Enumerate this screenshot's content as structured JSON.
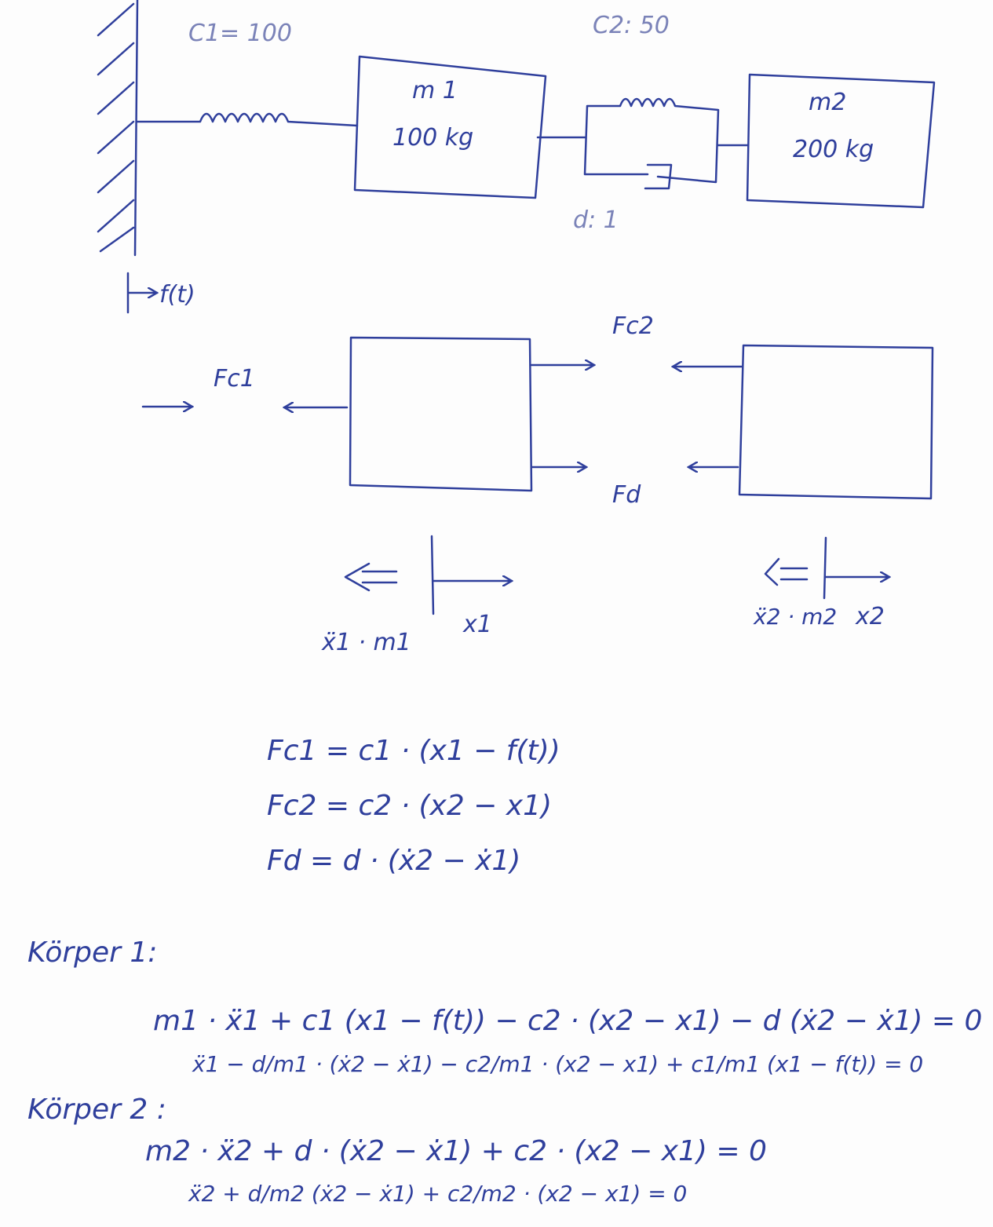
{
  "colors": {
    "ink": "#2f3f9c",
    "paper": "#fdfdfd"
  },
  "system": {
    "c1_label": "C1= 100",
    "c2_label": "C2: 50",
    "d_label": "d: 1",
    "m1_name": "m 1",
    "m1_mass": "100 kg",
    "m2_name": "m2",
    "m2_mass": "200 kg",
    "input_label": "f(t)"
  },
  "free_body": {
    "fc1": "Fc1",
    "fc2": "Fc2",
    "fd": "Fd",
    "inertia1": "ẍ1 · m1",
    "x1": "x1",
    "inertia2": "ẍ2 · m2",
    "x2": "x2"
  },
  "forces": [
    "Fc1 = c1 · (x1 − f(t))",
    "Fc2 = c2 · (x2 − x1)",
    "Fd = d · (ẋ2 − ẋ1)"
  ],
  "body1": {
    "title": "Körper 1:",
    "eq1": "m1 · ẍ1 + c1 (x1 − f(t)) − c2 · (x2 − x1) − d (ẋ2 − ẋ1) = 0",
    "eq2": "ẍ1 − d/m1 · (ẋ2 − ẋ1) − c2/m1 · (x2 − x1) + c1/m1 (x1 − f(t)) = 0"
  },
  "body2": {
    "title": "Körper 2 :",
    "eq1": "m2 · ẍ2 + d · (ẋ2 − ẋ1) + c2 · (x2 − x1) = 0",
    "eq2": "ẍ2 + d/m2 (ẋ2 − ẋ1) + c2/m2 · (x2 − x1) = 0"
  }
}
